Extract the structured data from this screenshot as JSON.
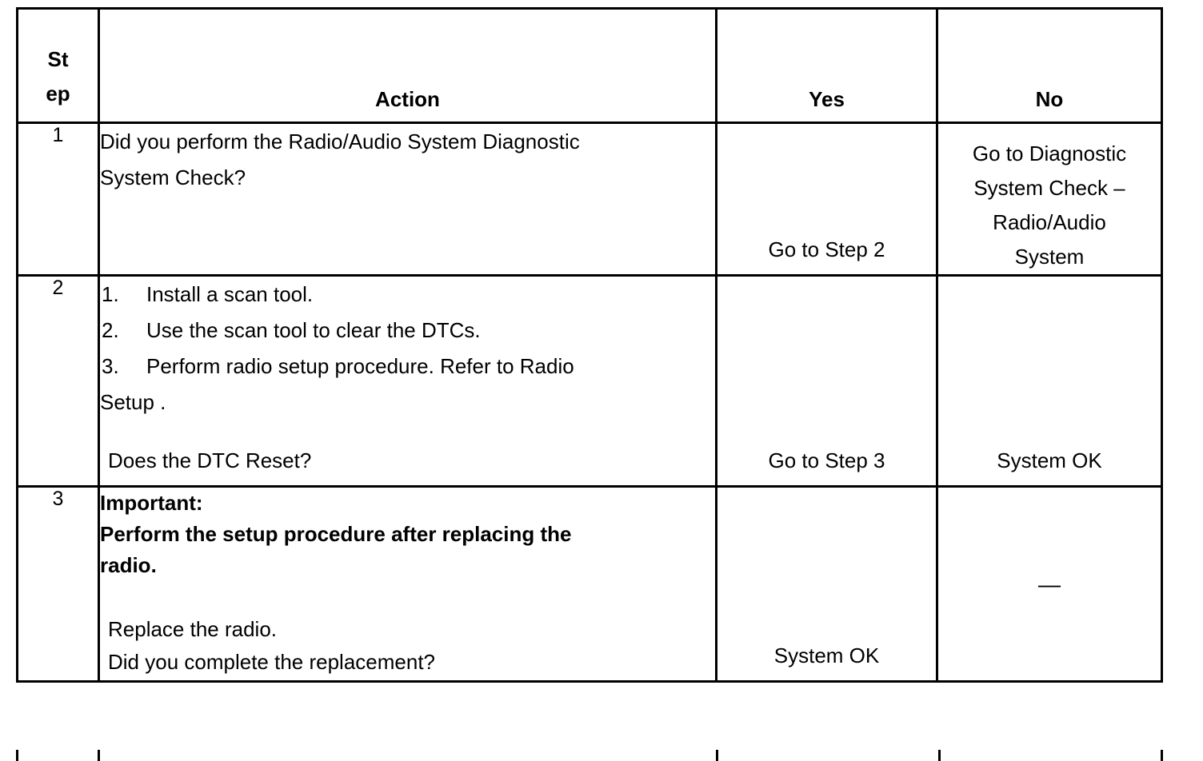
{
  "table": {
    "headers": {
      "step_line1": "St",
      "step_line2": "ep",
      "action": "Action",
      "yes": "Yes",
      "no": "No"
    },
    "rows": [
      {
        "step": "1",
        "action": {
          "lines": [
            "Did you perform the Radio/Audio System Diagnostic",
            "System Check?"
          ]
        },
        "yes": {
          "lines": [
            "Go to Step 2"
          ],
          "align": "bottom"
        },
        "no": {
          "lines": [
            "Go to Diagnostic",
            "System Check –",
            "Radio/Audio",
            "System"
          ],
          "align": "top"
        }
      },
      {
        "step": "2",
        "action": {
          "list": [
            {
              "marker": "1.",
              "text": "Install a scan tool."
            },
            {
              "marker": "2.",
              "text": "Use the scan tool to clear the DTCs."
            },
            {
              "marker": "3.",
              "text": "Perform radio setup procedure. Refer to Radio",
              "wrap": "Setup ."
            }
          ],
          "question": "Does the DTC Reset?"
        },
        "yes": {
          "lines": [
            "Go to Step 3"
          ],
          "align": "bottom"
        },
        "no": {
          "lines": [
            "System OK"
          ],
          "align": "bottom"
        }
      },
      {
        "step": "3",
        "action": {
          "important_label": "Important:",
          "important_lines": [
            "Perform the setup procedure after replacing the",
            "radio."
          ],
          "body_lines": [
            "Replace the radio.",
            "Did you complete the replacement?"
          ]
        },
        "yes": {
          "lines": [
            "System OK"
          ],
          "align": "bottom"
        },
        "no": {
          "lines": [
            "—"
          ],
          "align": "middle"
        }
      }
    ]
  },
  "colors": {
    "border": "#000000",
    "text": "#000000",
    "background": "#ffffff"
  }
}
